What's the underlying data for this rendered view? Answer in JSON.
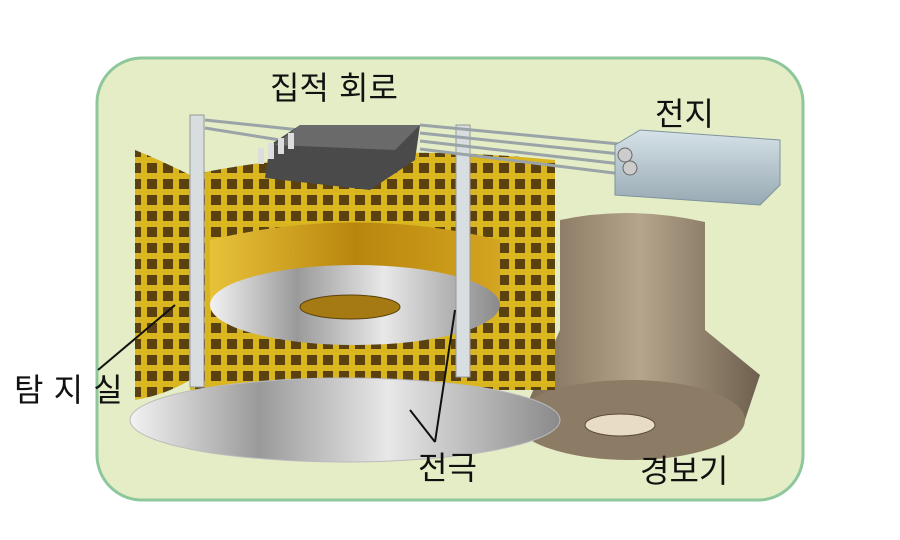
{
  "labels": {
    "integrated_circuit": "집적 회로",
    "battery": "전지",
    "detection_chamber": "탐 지 실",
    "electrode": "전극",
    "alarm": "경보기"
  },
  "colors": {
    "panel_fill": "#e4edc6",
    "panel_border": "#8fc79c",
    "mesh": "#d9b520",
    "ring": "#c89a16",
    "alarm_body": "#9a8a74"
  }
}
